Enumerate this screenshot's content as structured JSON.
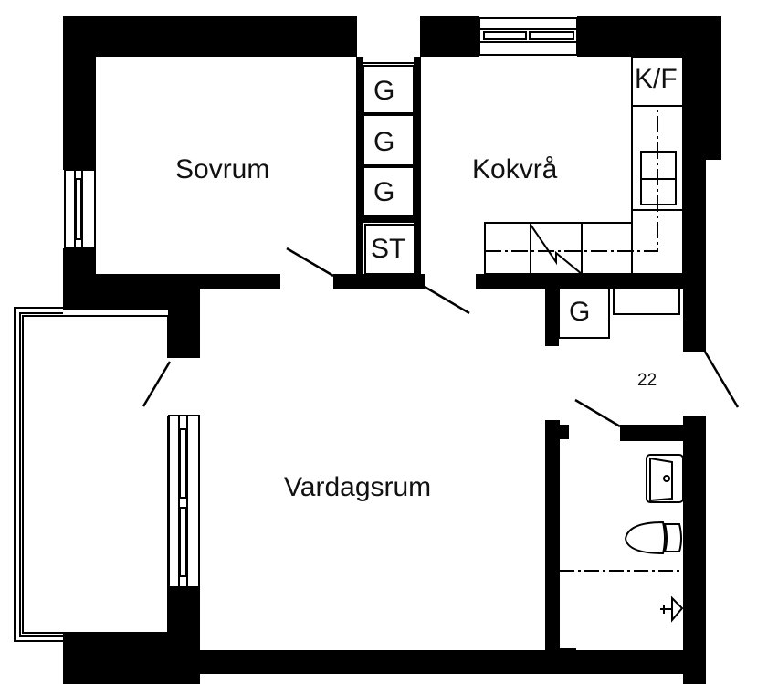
{
  "floorplan": {
    "rooms": {
      "bedroom": "Sovrum",
      "kitchen_nook": "Kokvrå",
      "living_room": "Vardagsrum"
    },
    "fixtures": {
      "wardrobe_1": "G",
      "wardrobe_2": "G",
      "wardrobe_3": "G",
      "storage": "ST",
      "fridge_freezer": "K/F",
      "wardrobe_hall": "G"
    },
    "apartment_number": "22"
  },
  "colors": {
    "wall": "#000000",
    "background": "#ffffff"
  }
}
